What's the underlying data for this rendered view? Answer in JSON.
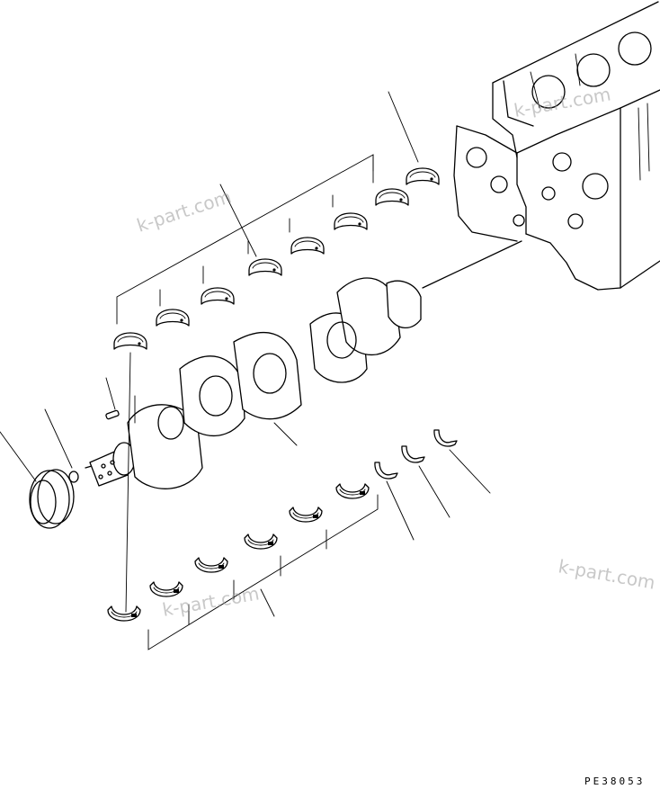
{
  "diagram_code": "PE38053",
  "watermarks": [
    "k-part.com",
    "k-part.com",
    "k-part.com",
    "k-part.com"
  ],
  "parts": [
    "cylinder-block",
    "upper-main-bearing",
    "crankshaft",
    "lower-main-bearing",
    "thrust-washer",
    "crank-gear",
    "pin",
    "key"
  ]
}
